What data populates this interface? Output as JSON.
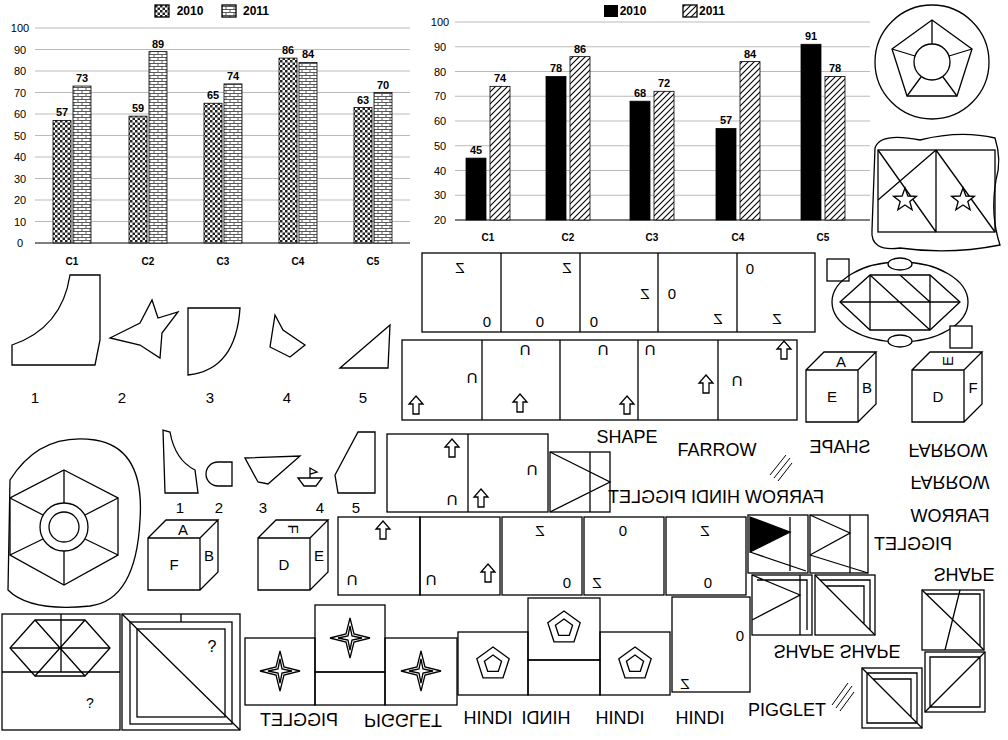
{
  "diagram": {
    "labels": [
      "0",
      "10",
      "20",
      "30",
      "40",
      "50",
      "60",
      "70",
      "80",
      "90",
      "100",
      "57",
      "73",
      "59",
      "89",
      "65",
      "74",
      "86",
      "84",
      "63",
      "70",
      "C1",
      "C2",
      "C3",
      "C4",
      "C5",
      "20",
      "30",
      "40",
      "50",
      "60",
      "70",
      "80",
      "90",
      "100",
      "45",
      "74",
      "78",
      "86",
      "68",
      "72",
      "57",
      "84",
      "91",
      "78",
      "C1",
      "C2",
      "C3",
      "C4",
      "C5",
      "1",
      "2",
      "3",
      "4",
      "5",
      "1",
      "2",
      "3",
      "4",
      "5",
      "Z",
      "0",
      "Z",
      "0",
      "Z",
      "0",
      "0",
      "Z",
      "0",
      "Z",
      "U",
      "U",
      "U",
      "U",
      "U",
      "A",
      "B",
      "E",
      "E",
      "D",
      "F",
      "SHAPE",
      "FARROW",
      "SHAPE",
      "FARROW",
      "U",
      "U",
      "FARROW HINDI PIGGLET",
      "FARROW",
      "FARROW",
      "PIGGLET",
      "U",
      "U",
      "Z",
      "0",
      "0",
      "Z",
      "Z",
      "0",
      "SHAPE",
      "?",
      "?",
      "0",
      "Z",
      "SHAPE SHAPE",
      "PIGGLET",
      "PIGGLET",
      "HINDI",
      "HINDI",
      "HINDI",
      "HINDI",
      "PIGGLET",
      "A",
      "B",
      "F",
      "F",
      "D",
      "E"
    ],
    "legend": [
      {
        "text": "2010"
      },
      {
        "text": "2011"
      },
      {
        "text": "2010",
        "color": "#000000"
      },
      {
        "text": "2011"
      }
    ]
  }
}
